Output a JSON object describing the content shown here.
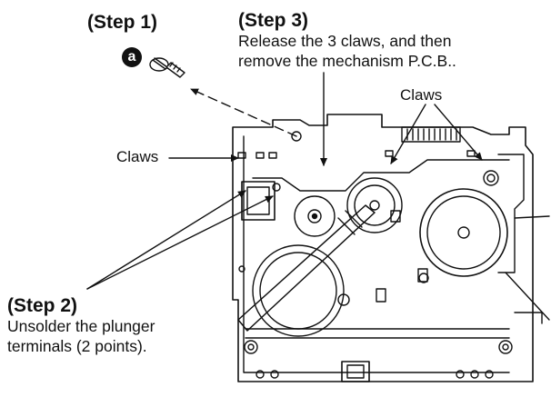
{
  "step1": {
    "title": "(Step 1)",
    "badge": "a"
  },
  "step2": {
    "title": "(Step 2)",
    "line1": "Unsolder the plunger",
    "line2": "terminals (2 points)."
  },
  "step3": {
    "title": "(Step 3)",
    "line1": "Release the 3 claws, and then",
    "line2": "remove the mechanism P.C.B.."
  },
  "labels": {
    "claws_top": "Claws",
    "claws_left": "Claws"
  }
}
